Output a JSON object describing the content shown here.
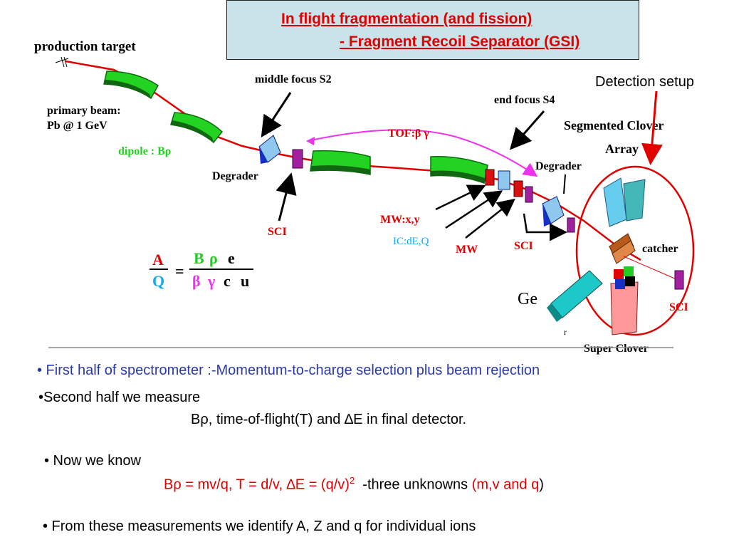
{
  "title": {
    "line1": "In flight fragmentation (and fission)",
    "line2": "- Fragment Recoil Separator (GSI)"
  },
  "detection_label": "Detection setup",
  "diagram": {
    "production_target": "production target",
    "primary_beam_line1": "primary beam:",
    "primary_beam_line2": "Pb @ 1 GeV",
    "dipole": "dipole : Bρ",
    "middle_focus": "middle focus S2",
    "degrader_1": "Degrader",
    "sci_1": "SCI",
    "tof": "TOF:β γ",
    "end_focus": "end focus S4",
    "degrader_2": "Degrader",
    "mw_xy": "MW:x,y",
    "ic": "IC:dE,Q",
    "mw": "MW",
    "sci_2": "SCI",
    "segmented_clover_line1": "Segmented Clover",
    "segmented_clover_line2": "Array",
    "catcher": "catcher",
    "ge": "Ge",
    "sci_3": "SCI",
    "super_clover": "Super Clover",
    "small_mark": "r",
    "formula": {
      "A": "A",
      "Q": "Q",
      "eq": "=",
      "B": "B",
      "rho": "ρ",
      "e": "e",
      "beta": "β",
      "gamma": "γ",
      "c": "c",
      "u": "u"
    }
  },
  "bullets": {
    "b1": "• First half of spectrometer :-Momentum-to-charge selection plus beam rejection",
    "b2_line1": "•Second half we measure",
    "b2_line2": "Bρ, time-of-flight(T) and ∆E in final detector.",
    "b3_line1": "• Now we know",
    "b3_red1": "Bρ = mv/q,     T = d/v,    ∆E = (q/v)",
    "b3_sup": "2",
    "b3_black": "  -three unknowns ",
    "b3_red2": "(m,v and q",
    "b3_close": ")",
    "b4": "• From these measurements we identify A, Z and q for individual ions"
  },
  "colors": {
    "beam": "#e00000",
    "dipole": "#22d322",
    "degrader": "#1530c8",
    "sci": "#a020a0",
    "tof_arrow": "#ee33ee",
    "ge_detector": "#1ec8c8",
    "super_clover": "#ff9999",
    "segmented_clover": "#66ccee",
    "catcher": "#b85a18"
  }
}
